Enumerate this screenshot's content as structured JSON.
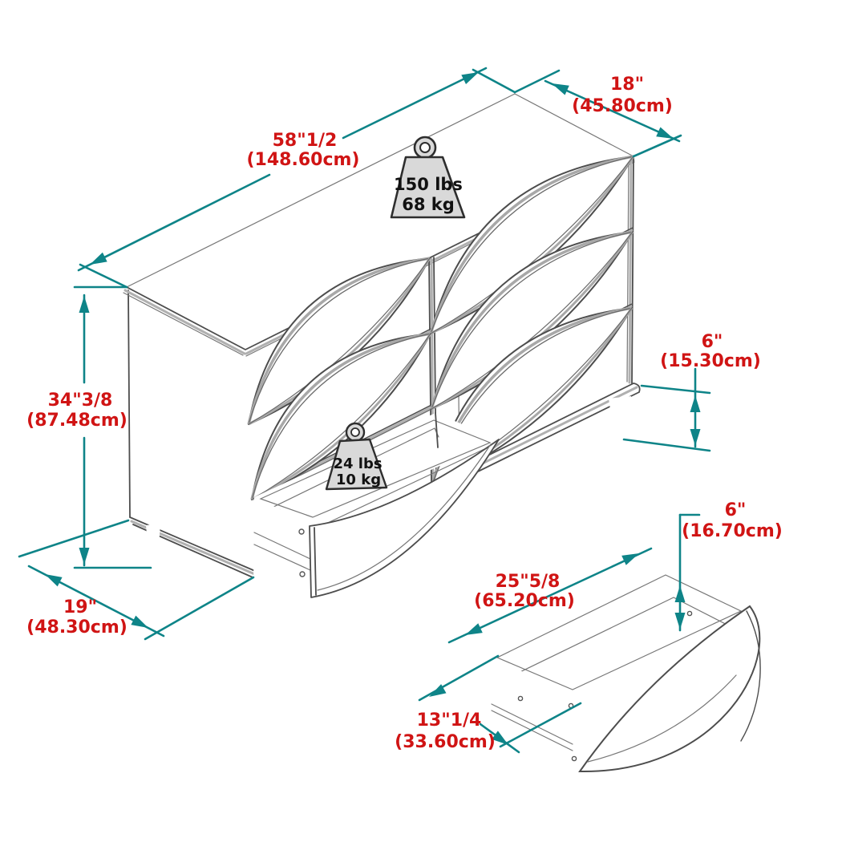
{
  "colors": {
    "dimension_line": "#0E8488",
    "dimension_label": "#D01414",
    "line_art": "#4d4d4d",
    "weight_fill": "#D9D9D9"
  },
  "diagram": {
    "dresser": {
      "dimensions": {
        "top_width": {
          "in": "58\"1/2",
          "cm": "(148.60cm)"
        },
        "top_depth": {
          "in": "18\"",
          "cm": "(45.80cm)"
        },
        "height": {
          "in": "34\"3/8",
          "cm": "(87.48cm)"
        },
        "base_depth": {
          "in": "19\"",
          "cm": "(48.30cm)"
        },
        "leg_height": {
          "in": "6\"",
          "cm": "(15.30cm)"
        }
      },
      "max_load": {
        "pounds": "150 lbs",
        "kilograms": "68 kg"
      }
    },
    "drawer": {
      "dimensions": {
        "height": {
          "in": "6\"",
          "cm": "(16.70cm)"
        },
        "width": {
          "in": "25\"5/8",
          "cm": "(65.20cm)"
        },
        "depth": {
          "in": "13\"1/4",
          "cm": "(33.60cm)"
        }
      },
      "max_load": {
        "pounds": "24 lbs",
        "kilograms": "10 kg"
      }
    }
  }
}
